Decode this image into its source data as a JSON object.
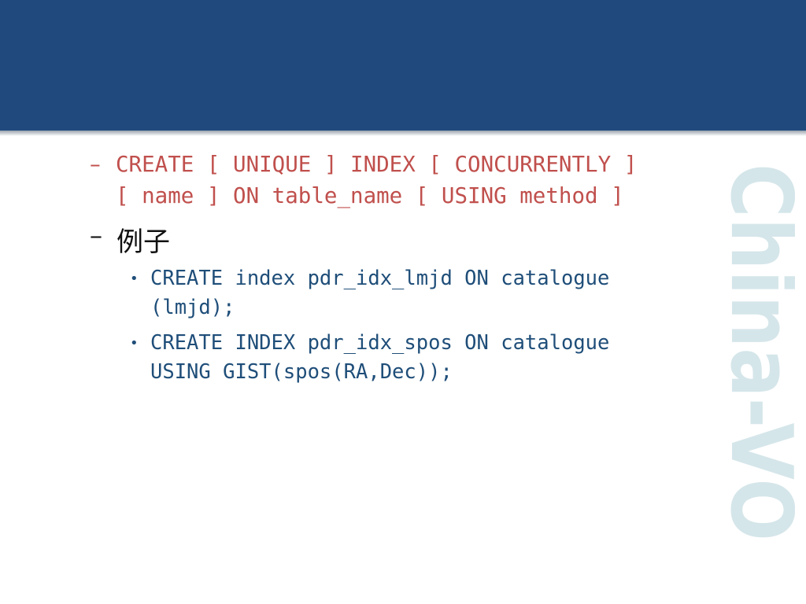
{
  "syntax": {
    "dash": "–",
    "line1": "CREATE [ UNIQUE ] INDEX [ CONCURRENTLY ]",
    "line2": "[ name ] ON table_name [ USING method ]"
  },
  "example": {
    "dash": "–",
    "heading": "例子"
  },
  "bullets": [
    {
      "marker": "•",
      "line1": "CREATE index pdr_idx_lmjd ON catalogue",
      "line2": "(lmjd);"
    },
    {
      "marker": "•",
      "line1": "CREATE INDEX pdr_idx_spos ON catalogue",
      "line2": "USING GIST(spos(RA,Dec));"
    }
  ],
  "watermark": {
    "text": "China-VO"
  },
  "colors": {
    "header": "#204a7d",
    "syntax_text": "#c0504d",
    "code_text": "#1f4e79",
    "watermark": "#c7dde3"
  }
}
